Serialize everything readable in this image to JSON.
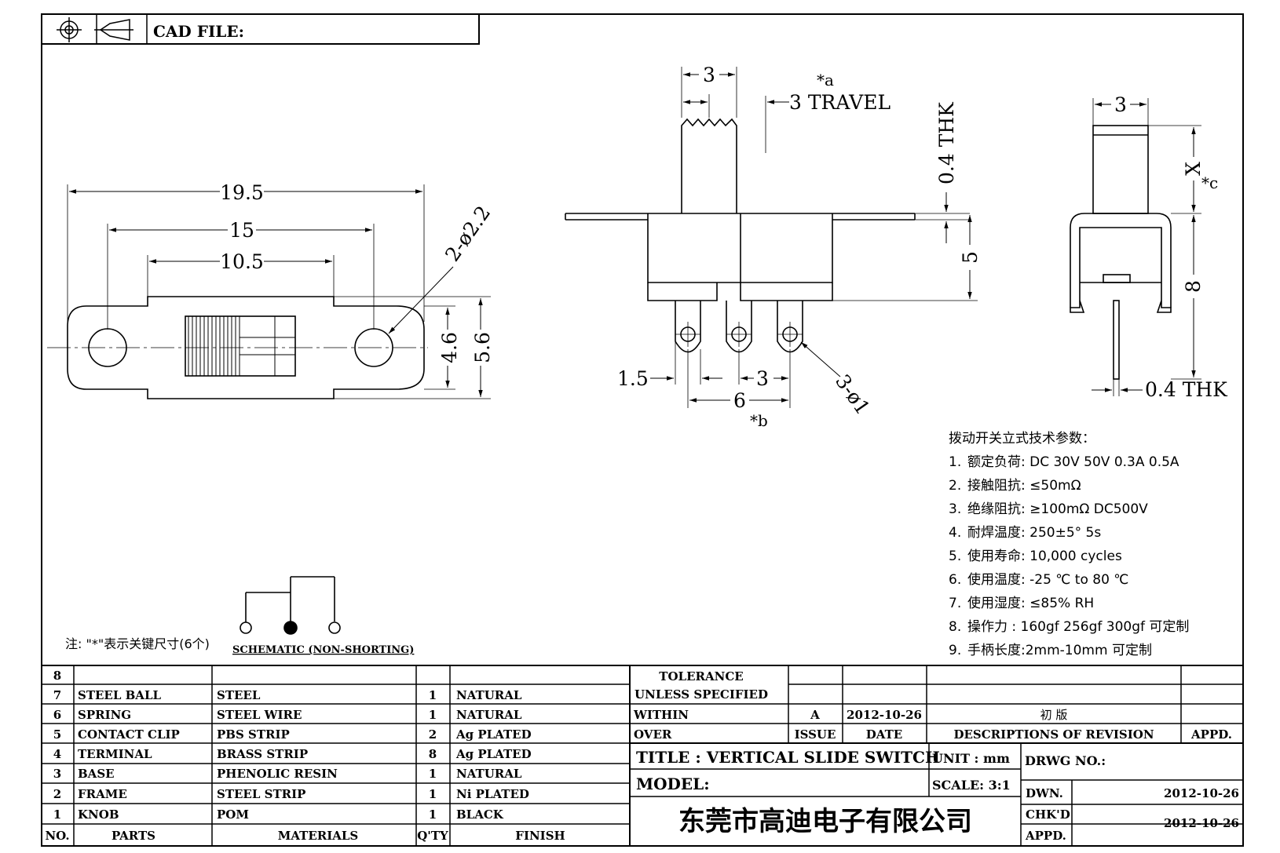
{
  "header": {
    "cad_file_label": "CAD FILE:"
  },
  "dimensions": {
    "top_view": {
      "overall_width": "19.5",
      "hole_spacing": "15",
      "inner_width": "10.5",
      "holes": "2-ø2.2",
      "height_inner": "4.6",
      "height_outer": "5.6"
    },
    "front_view": {
      "knob_width": "3",
      "travel_marker": "*a",
      "travel": "3 TRAVEL",
      "thickness": "0.4 THK",
      "body_height": "5",
      "terminal_offset": "1.5",
      "terminal_pitch": "3",
      "terminal_span": "6",
      "span_marker": "*b",
      "terminal_holes": "3-ø1"
    },
    "side_view": {
      "knob_width": "3",
      "x_label": "X",
      "x_marker": "*c",
      "height": "8",
      "pin_thickness": "0.4 THK"
    }
  },
  "specs": {
    "heading": "拨动开关立式技术参数：",
    "items": [
      {
        "no": "1.",
        "text": "额定负荷: DC 30V    50V    0.3A    0.5A"
      },
      {
        "no": "2.",
        "text": "接触阻抗: ≤50mΩ"
      },
      {
        "no": "3.",
        "text": "绝缘阻抗: ≥100mΩ  DC500V"
      },
      {
        "no": "4.",
        "text": "耐焊温度: 250±5°  5s"
      },
      {
        "no": "5.",
        "text": "使用寿命: 10,000 cycles"
      },
      {
        "no": "6.",
        "text": "使用温度: -25 ℃  to 80 ℃"
      },
      {
        "no": "7.",
        "text": "使用湿度: ≤85% RH"
      },
      {
        "no": "8.",
        "text": "操作力 : 160gf   256gf   300gf  可定制"
      },
      {
        "no": "9.",
        "text": "手柄长度:2mm-10mm  可定制"
      }
    ]
  },
  "schematic": {
    "note": "注: \"*\"表示关键尺寸(6个)",
    "label": "SCHEMATIC (NON-SHORTING)"
  },
  "bom": {
    "headers": {
      "no": "NO.",
      "parts": "PARTS",
      "materials": "MATERIALS",
      "qty": "Q'TY",
      "finish": "FINISH"
    },
    "rows": [
      {
        "no": "8",
        "part": "",
        "material": "",
        "qty": "",
        "finish": ""
      },
      {
        "no": "7",
        "part": "STEEL BALL",
        "material": "STEEL",
        "qty": "1",
        "finish": "NATURAL"
      },
      {
        "no": "6",
        "part": "SPRING",
        "material": "STEEL WIRE",
        "qty": "1",
        "finish": "NATURAL"
      },
      {
        "no": "5",
        "part": "CONTACT CLIP",
        "material": "PBS STRIP",
        "qty": "2",
        "finish": "Ag PLATED"
      },
      {
        "no": "4",
        "part": "TERMINAL",
        "material": "BRASS STRIP",
        "qty": "8",
        "finish": "Ag PLATED"
      },
      {
        "no": "3",
        "part": "BASE",
        "material": "PHENOLIC RESIN",
        "qty": "1",
        "finish": "NATURAL"
      },
      {
        "no": "2",
        "part": "FRAME",
        "material": "STEEL STRIP",
        "qty": "1",
        "finish": "Ni PLATED"
      },
      {
        "no": "1",
        "part": "KNOB",
        "material": "POM",
        "qty": "1",
        "finish": "BLACK"
      }
    ]
  },
  "tolerance": {
    "line1": "TOLERANCE",
    "line2": "UNLESS   SPECIFIED",
    "within": "WITHIN",
    "over": "OVER"
  },
  "revision": {
    "issue": "A",
    "date": "2012-10-26",
    "description": "初  版",
    "issue_label": "ISSUE",
    "date_label": "DATE",
    "desc_label": "DESCRIPTIONS OF REVISION",
    "appd_label": "APPD."
  },
  "title_block": {
    "title": "TITLE :   VERTICAL  SLIDE  SWITCH",
    "model": "MODEL:",
    "unit": "UNIT :   mm",
    "scale": "SCALE:   3:1",
    "drwg_no": "DRWG NO.:",
    "company": "东莞市高迪电子有限公司",
    "dwn_label": "DWN.",
    "dwn_date": "2012-10-26",
    "chkd_label": "CHK'D",
    "chkd_date": "2012-10-26",
    "appd_label": "APPD."
  }
}
